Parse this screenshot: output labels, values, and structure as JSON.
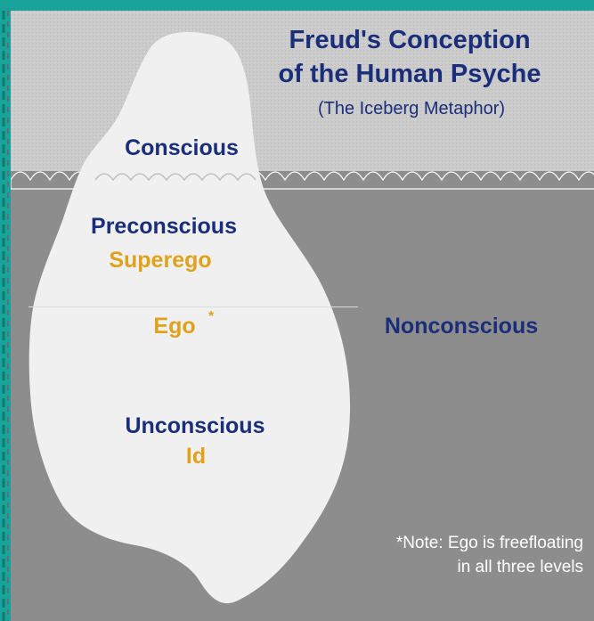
{
  "diagram": {
    "title_line1": "Freud's Conception",
    "title_line2": "of the Human Psyche",
    "subtitle": "(The Iceberg Metaphor)",
    "levels": {
      "conscious": "Conscious",
      "preconscious": "Preconscious",
      "unconscious": "Unconscious",
      "nonconscious": "Nonconscious"
    },
    "structures": {
      "superego": "Superego",
      "ego": "Ego",
      "ego_asterisk": "*",
      "id": "Id"
    },
    "note_line1": "*Note: Ego is freefloating",
    "note_line2": "in all three levels",
    "colors": {
      "frame": "#1aa39b",
      "sky": "#c8c8c8",
      "water": "#8d8d8d",
      "iceberg": "#eeeeee",
      "level_text": "#1a2e7a",
      "structure_text": "#e0a21c",
      "note_text": "#ffffff"
    }
  }
}
